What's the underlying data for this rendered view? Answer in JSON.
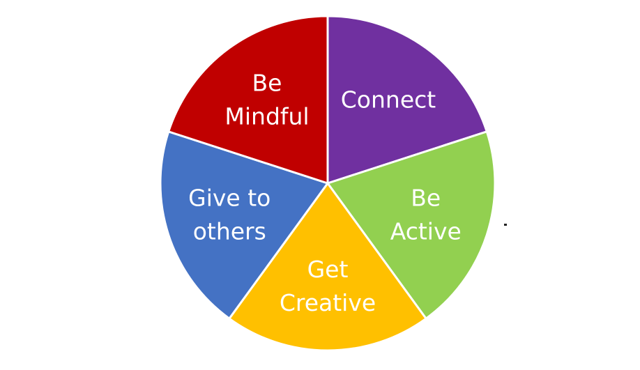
{
  "diagram": {
    "type": "pie",
    "segments": [
      {
        "label_lines": [
          "Connect"
        ],
        "color": "#7030A0",
        "value": 1
      },
      {
        "label_lines": [
          "Be",
          "Active"
        ],
        "color": "#92D050",
        "value": 1
      },
      {
        "label_lines": [
          "Get",
          "Creative"
        ],
        "color": "#FFC000",
        "value": 1
      },
      {
        "label_lines": [
          "Give to",
          "others"
        ],
        "color": "#4472C4",
        "value": 1
      },
      {
        "label_lines": [
          "Be",
          "Mindful"
        ],
        "color": "#C00000",
        "value": 1
      }
    ]
  }
}
